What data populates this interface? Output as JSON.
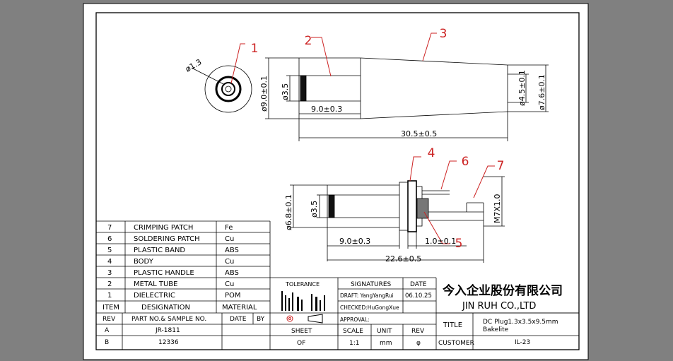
{
  "callouts": [
    "1",
    "2",
    "3",
    "4",
    "5",
    "6",
    "7"
  ],
  "dims": {
    "hole": "ø1.3",
    "d_front_outer": "ø9.0±0.1",
    "d_front_inner": "ø3.5",
    "len_front": "9.0±0.3",
    "len_total": "30.5±0.5",
    "d_rear_inner": "ø4.5±0.1",
    "d_rear_outer": "ø7.6±0.1",
    "d_bot_outer": "ø6.8±0.1",
    "d_bot_inner": "ø3.5",
    "len_bot_front": "9.0±0.3",
    "len_bot_mid": "1.0±0.1",
    "len_bot_total": "22.6±0.5",
    "thread": "M7X1.0"
  },
  "parts": [
    {
      "no": "7",
      "name": "CRIMPING PATCH",
      "mat": "Fe"
    },
    {
      "no": "6",
      "name": "SOLDERING PATCH",
      "mat": "Cu"
    },
    {
      "no": "5",
      "name": "PLASTIC BAND",
      "mat": "ABS"
    },
    {
      "no": "4",
      "name": "BODY",
      "mat": "Cu"
    },
    {
      "no": "3",
      "name": "PLASTIC HANDLE",
      "mat": "ABS"
    },
    {
      "no": "2",
      "name": "METAL TUBE",
      "mat": "Cu"
    },
    {
      "no": "1",
      "name": "DIELECTRIC",
      "mat": "POM"
    }
  ],
  "parts_header": {
    "item": "ITEM",
    "designation": "DESIGNATION",
    "material": "MATERIAL"
  },
  "rev_header": {
    "rev": "REV",
    "part": "PART NO.& SAMPLE NO.",
    "date": "DATE",
    "by": "BY"
  },
  "rev_rows": [
    {
      "rev": "A",
      "part": "JR-1811"
    },
    {
      "rev": "B",
      "part": "12336"
    }
  ],
  "tolerance": "TOLERANCE",
  "signatures": {
    "header": "SIGNATURES",
    "date_header": "DATE",
    "draft": "DRAFT: YangYangRui",
    "draft_date": "06.10.25",
    "checked": "CHECKED:HuGongXue",
    "approval": "APPROVAL:"
  },
  "sheet_row": {
    "sheet": "SHEET",
    "scale": "SCALE",
    "unit": "UNIT",
    "rev": "REV",
    "sheet_val": "OF",
    "scale_val": "1:1",
    "unit_val": "mm",
    "rev_val": "φ"
  },
  "company": {
    "cn": "今入企业股份有限公司",
    "en": "JIN RUH CO.,LTD"
  },
  "title_block": {
    "title_label": "TITLE",
    "title_line1": "DC Plug1.3x3.5x9.5mm",
    "title_line2": "Bakelite",
    "customer_label": "CUSTOMER",
    "customer_val": "IL-23"
  },
  "colors": {
    "background": "#808080",
    "paper": "#ffffff",
    "line": "#000000",
    "callout": "#cc2222",
    "fill_dark": "#111111"
  }
}
